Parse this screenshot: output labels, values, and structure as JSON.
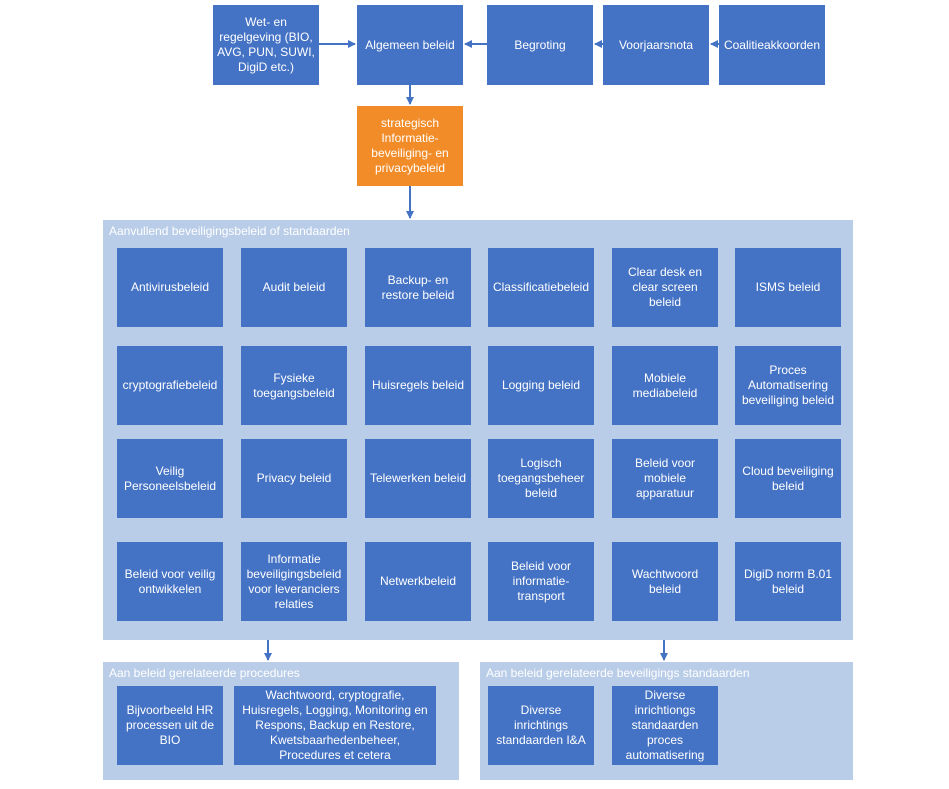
{
  "top": {
    "wet": "Wet- en regelgeving (BIO, AVG, PUN, SUWI, DigiD etc.)",
    "algemeen": "Algemeen beleid",
    "begroting": "Begroting",
    "voorjaarsnota": "Voorjaarsnota",
    "coalitie": "Coalitieakkoorden"
  },
  "strategisch": "strategisch Informatie-beveiliging- en privacybeleid",
  "aanvullend": {
    "title": "Aanvullend beveiligingsbeleid of standaarden",
    "rows": [
      [
        "Antivirusbeleid",
        "Audit beleid",
        "Backup- en restore beleid",
        "Classificatiebeleid",
        "Clear desk en clear screen beleid",
        "ISMS beleid"
      ],
      [
        "cryptografiebeleid",
        "Fysieke toegangsbeleid",
        "Huisregels beleid",
        "Logging beleid",
        "Mobiele mediabeleid",
        "Proces Automatisering beveiliging beleid"
      ],
      [
        "Veilig Personeelsbeleid",
        "Privacy beleid",
        "Telewerken beleid",
        "Logisch toegangsbeheer beleid",
        "Beleid voor mobiele apparatuur",
        "Cloud beveiliging beleid"
      ],
      [
        "Beleid voor veilig ontwikkelen",
        "Informatie beveiligingsbeleid voor leveranciers relaties",
        "Netwerkbeleid",
        "Beleid voor informatie-transport",
        "Wachtwoord beleid",
        "DigiD norm B.01 beleid"
      ]
    ]
  },
  "procedures": {
    "title": "Aan beleid  gerelateerde procedures",
    "items": [
      "Bijvoorbeeld HR processen uit de BIO",
      "Wachtwoord, cryptografie, Huisregels, Logging, Monitoring en Respons, Backup en Restore, Kwetsbaarhedenbeheer, Procedures et cetera"
    ]
  },
  "standaarden": {
    "title": "Aan beleid  gerelateerde  beveiligings  standaarden",
    "items": [
      "Diverse inrichtings standaarden I&A",
      "Diverse inrichtiongs standaarden proces automatisering"
    ]
  },
  "colors": {
    "box": "#4472c4",
    "highlight": "#f28c28",
    "panel": "#b9cde8",
    "arrow": "#4472c4"
  }
}
